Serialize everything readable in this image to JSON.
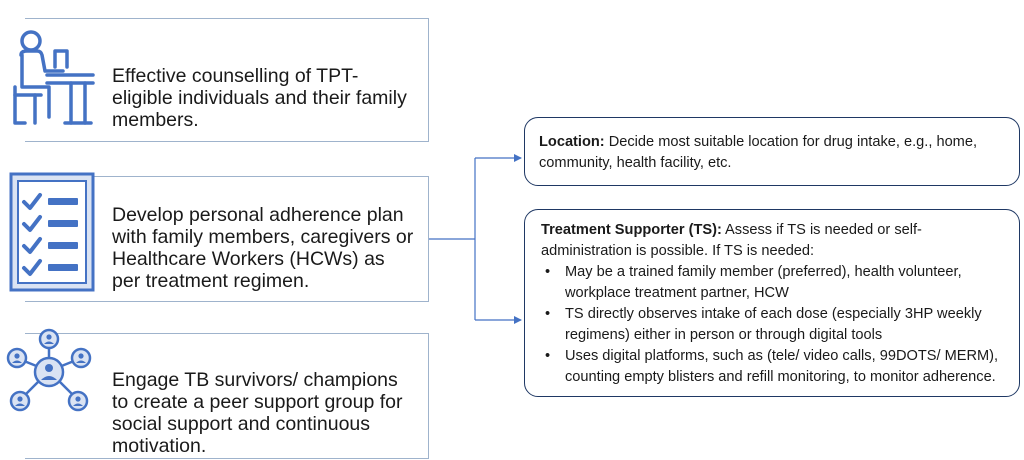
{
  "left_items": [
    {
      "icon": "person-studying-at-desk-icon",
      "text": "Effective counselling of TPT-eligible individuals and their family members."
    },
    {
      "icon": "checklist-icon",
      "text": "Develop personal adherence plan with family members, caregivers or Healthcare Workers (HCWs) as per treatment regimen."
    },
    {
      "icon": "people-network-icon",
      "text": "Engage TB survivors/ champions to create a peer support group for social support and continuous motivation."
    }
  ],
  "location": {
    "label": "Location:",
    "text": " Decide most suitable location for drug intake, e.g., home, community, health facility, etc."
  },
  "treatment_supporter": {
    "label": "Treatment Supporter (TS):",
    "text": " Assess if TS is needed or self-administration is possible. If TS is needed:",
    "bullets": [
      "May be a trained family member (preferred), health volunteer, workplace treatment partner, HCW",
      "TS directly observes intake of each dose (especially 3HP weekly regimens) either in person or through digital tools",
      "Uses digital platforms, such as (tele/ video calls, 99DOTS/ MERM), counting empty blisters and refill monitoring, to monitor adherence."
    ]
  },
  "colors": {
    "icon_blue": "#4472c4",
    "icon_fill": "#dae3f3",
    "box_border": "#9fb3cc",
    "callout_border": "#1f3864",
    "connector": "#4472c4"
  }
}
